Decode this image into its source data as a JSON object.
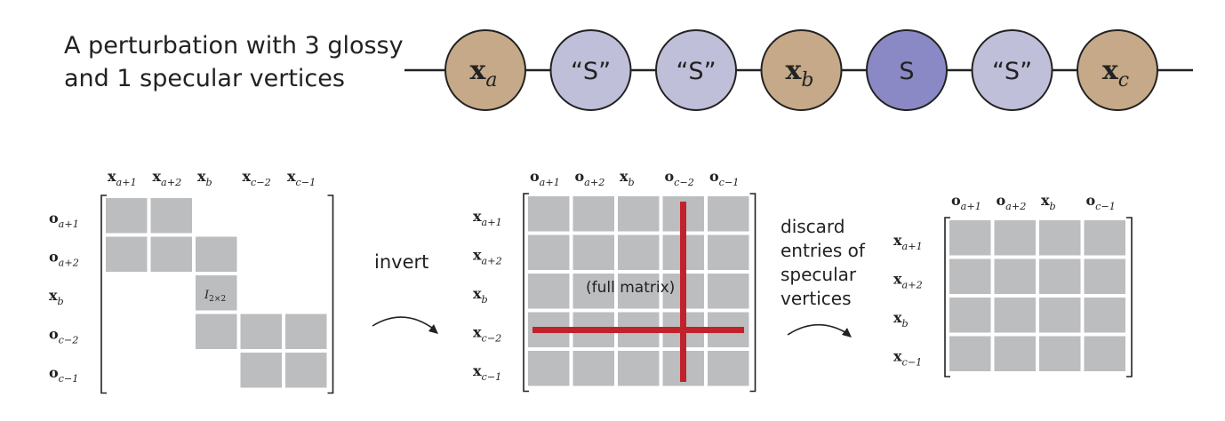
{
  "caption": [
    "A perturbation with 3 glossy",
    "and 1 specular vertices"
  ],
  "chain": [
    {
      "base": "x",
      "sub": "a",
      "type": "glossy"
    },
    {
      "text": "“S”",
      "type": "quasi"
    },
    {
      "text": "“S”",
      "type": "quasi"
    },
    {
      "base": "x",
      "sub": "b",
      "type": "glossy"
    },
    {
      "text": "S",
      "type": "specular"
    },
    {
      "text": "“S”",
      "type": "quasi"
    },
    {
      "base": "x",
      "sub": "c",
      "type": "glossy"
    }
  ],
  "colors": {
    "glossy": "#c6a988",
    "quasi": "#bfbfd9",
    "specular": "#8a89c6",
    "cell": "#bcbdbf",
    "highlight": "#c0232b",
    "stroke": "#222222"
  },
  "matrix1": {
    "cols": [
      {
        "base": "x",
        "sub": "a+1"
      },
      {
        "base": "x",
        "sub": "a+2"
      },
      {
        "base": "x",
        "sub": "b"
      },
      {
        "base": "x",
        "sub": "c−2"
      },
      {
        "base": "x",
        "sub": "c−1"
      }
    ],
    "rows": [
      {
        "base": "o",
        "sub": "a+1"
      },
      {
        "base": "o",
        "sub": "a+2"
      },
      {
        "base": "x",
        "sub": "b"
      },
      {
        "base": "o",
        "sub": "c−2"
      },
      {
        "base": "o",
        "sub": "c−1"
      }
    ],
    "filled": [
      [
        1,
        1,
        0,
        0,
        0
      ],
      [
        1,
        1,
        1,
        0,
        0
      ],
      [
        0,
        0,
        1,
        0,
        0
      ],
      [
        0,
        0,
        1,
        1,
        1
      ],
      [
        0,
        0,
        0,
        1,
        1
      ]
    ],
    "identity_label": {
      "base": "I",
      "sub": "2×2"
    }
  },
  "arrow1_label": "invert",
  "matrix2": {
    "cols": [
      {
        "base": "o",
        "sub": "a+1"
      },
      {
        "base": "o",
        "sub": "a+2"
      },
      {
        "base": "x",
        "sub": "b"
      },
      {
        "base": "o",
        "sub": "c−2"
      },
      {
        "base": "o",
        "sub": "c−1"
      }
    ],
    "rows": [
      {
        "base": "x",
        "sub": "a+1"
      },
      {
        "base": "x",
        "sub": "a+2"
      },
      {
        "base": "x",
        "sub": "b"
      },
      {
        "base": "x",
        "sub": "c−2"
      },
      {
        "base": "x",
        "sub": "c−1"
      }
    ],
    "label": "(full matrix)"
  },
  "arrow2_label": [
    "discard",
    "entries of",
    "specular",
    "vertices"
  ],
  "matrix3": {
    "cols": [
      {
        "base": "o",
        "sub": "a+1"
      },
      {
        "base": "o",
        "sub": "a+2"
      },
      {
        "base": "x",
        "sub": "b"
      },
      {
        "base": "o",
        "sub": "c−1"
      }
    ],
    "rows": [
      {
        "base": "x",
        "sub": "a+1"
      },
      {
        "base": "x",
        "sub": "a+2"
      },
      {
        "base": "x",
        "sub": "b"
      },
      {
        "base": "x",
        "sub": "c−1"
      }
    ]
  }
}
